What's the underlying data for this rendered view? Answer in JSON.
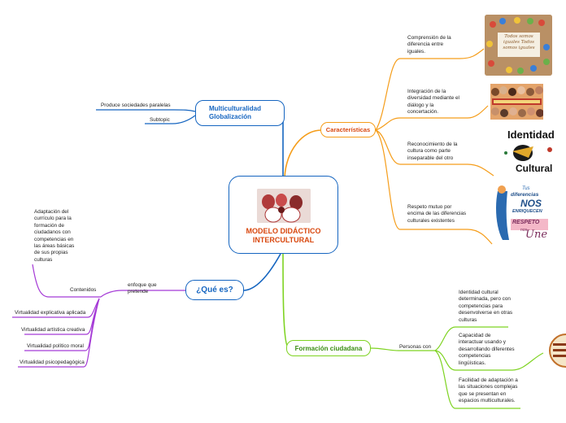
{
  "central": {
    "title": "MODELO DIDÁCTICO INTERCULTURAL"
  },
  "branches": {
    "multiculturalidad": {
      "label_line1": "Multiculturalidad",
      "label_line2": "Globalización",
      "children": [
        "Produce sociedades paralelas",
        "Subtopic"
      ]
    },
    "caracteristicas": {
      "label": "Características",
      "children": [
        [
          "Comprensión de la",
          "diferencia entre",
          "iguales."
        ],
        [
          "Integración de la",
          "diversidad mediante el",
          "diálogo y la",
          "concertación."
        ],
        [
          "Reconocimiento de la",
          "cultura como parte",
          "inseparable del otro"
        ],
        [
          "Respeto mutuo por",
          "encima de las diferencias",
          "culturales existentes"
        ]
      ]
    },
    "que_es": {
      "label": "¿Qué es?",
      "enfoque": [
        "enfoque que",
        "pretende"
      ],
      "adaptacion": [
        "Adaptación del",
        "currículo para la",
        "formación de",
        "ciudadanos con",
        "competencias en",
        "las áreas básicas",
        "de sus propias",
        "culturas"
      ],
      "contenidos": "Contenidos",
      "virtualidades": [
        "Virtualidad explicativa aplicada",
        "Virtualidad artística creativa",
        "Virtualidad político moral",
        "Virtualidad psicopedagógica"
      ]
    },
    "formacion": {
      "label": "Formación ciudadana",
      "personas": "Personas con",
      "children": [
        [
          "Identidad cultural",
          "determinada, pero con",
          "competencias para",
          "desenvolverse en otras",
          "culturas"
        ],
        [
          "Capacidad de",
          "interactuar usando y",
          "desarrollando diferentes",
          "competencias",
          "lingüísticas."
        ],
        [
          "Facilidad de adaptación a",
          "las situaciones  complejas",
          "que se presentan en",
          "espacios multiculturales."
        ]
      ]
    }
  },
  "images": {
    "img1": "Todos somos iguales Todos somos iguales",
    "img3_line1": "Identidad",
    "img3_line2": "Cultural",
    "img4_line1": "Tus",
    "img4_line2": "diferencias",
    "img4_line3": "NOS",
    "img4_line4": "ENRIQUECEN",
    "img4_line5": "RESPETO",
    "img4_line6": "nos",
    "img4_line7": "Une"
  },
  "colors": {
    "blue": "#1565c0",
    "orange": "#f59d1a",
    "green": "#7ed321",
    "purple": "#a53ad6",
    "formacion_text": "#3a8d12",
    "caracteristicas_text": "#d9480f"
  }
}
